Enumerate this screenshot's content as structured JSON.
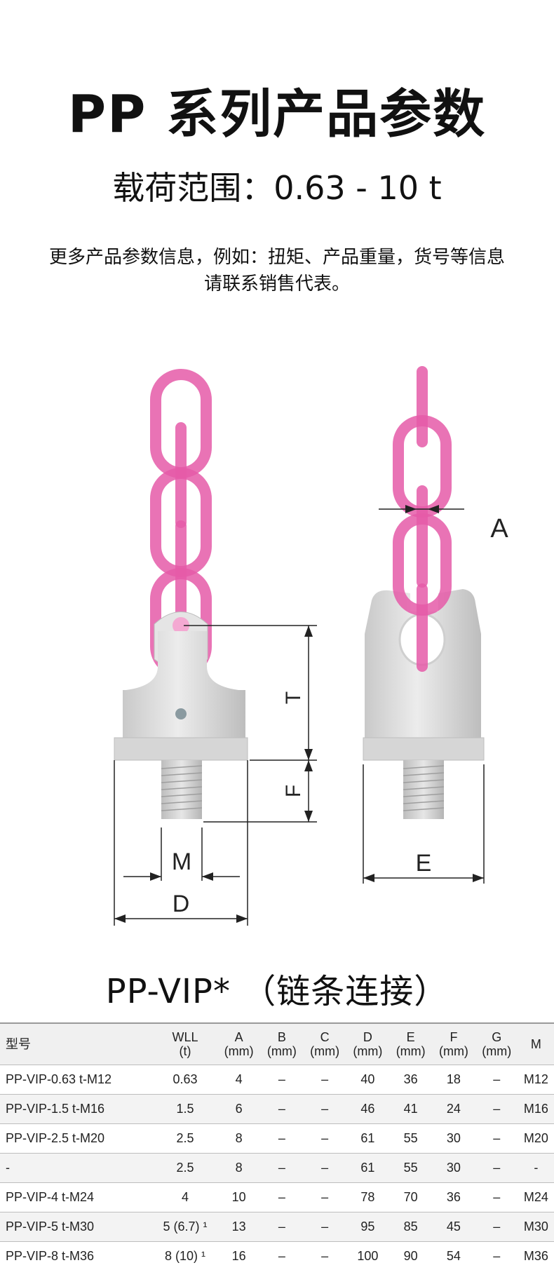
{
  "header": {
    "title": "PP 系列产品参数",
    "subtitle": "载荷范围：0.63 - 10 t",
    "note_line1": "更多产品参数信息，例如：扭矩、产品重量，货号等信息",
    "note_line2": "请联系销售代表。"
  },
  "diagram": {
    "labels": {
      "A": "A",
      "T": "T",
      "F": "F",
      "M": "M",
      "D": "D",
      "E": "E"
    },
    "colors": {
      "chain": "#e55aa8",
      "body": "#d9d9d9",
      "body_shadow": "#b8b8b8"
    }
  },
  "product": {
    "title": "PP-VIP* （链条连接）"
  },
  "table": {
    "headers": [
      {
        "l1": "型号",
        "l2": ""
      },
      {
        "l1": "WLL",
        "l2": "(t)"
      },
      {
        "l1": "A",
        "l2": "(mm)"
      },
      {
        "l1": "B",
        "l2": "(mm)"
      },
      {
        "l1": "C",
        "l2": "(mm)"
      },
      {
        "l1": "D",
        "l2": "(mm)"
      },
      {
        "l1": "E",
        "l2": "(mm)"
      },
      {
        "l1": "F",
        "l2": "(mm)"
      },
      {
        "l1": "G",
        "l2": "(mm)"
      },
      {
        "l1": "M",
        "l2": ""
      }
    ],
    "rows": [
      [
        "PP-VIP-0.63 t-M12",
        "0.63",
        "4",
        "–",
        "–",
        "40",
        "36",
        "18",
        "–",
        "M12"
      ],
      [
        "PP-VIP-1.5 t-M16",
        "1.5",
        "6",
        "–",
        "–",
        "46",
        "41",
        "24",
        "–",
        "M16"
      ],
      [
        "PP-VIP-2.5 t-M20",
        "2.5",
        "8",
        "–",
        "–",
        "61",
        "55",
        "30",
        "–",
        "M20"
      ],
      [
        "-",
        "2.5",
        "8",
        "–",
        "–",
        "61",
        "55",
        "30",
        "–",
        "-"
      ],
      [
        "PP-VIP-4 t-M24",
        "4",
        "10",
        "–",
        "–",
        "78",
        "70",
        "36",
        "–",
        "M24"
      ],
      [
        "PP-VIP-5 t-M30",
        "5 (6.7) ¹",
        "13",
        "–",
        "–",
        "95",
        "85",
        "45",
        "–",
        "M30"
      ],
      [
        "PP-VIP-8 t-M36",
        "8 (10) ¹",
        "16",
        "–",
        "–",
        "100",
        "90",
        "54",
        "–",
        "M36"
      ]
    ]
  }
}
